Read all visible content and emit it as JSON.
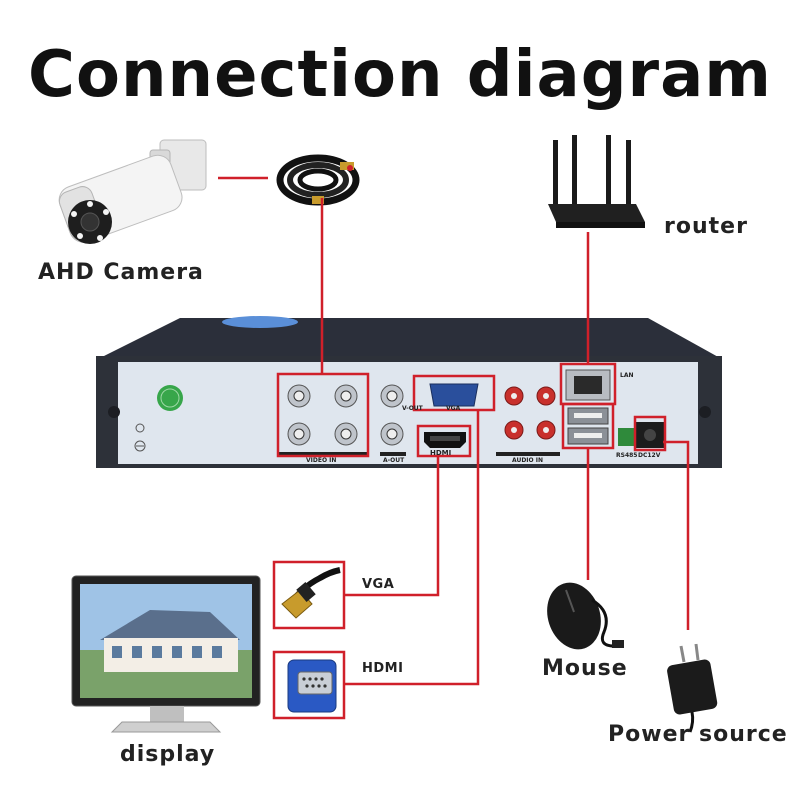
{
  "title": "Connection diagram",
  "labels": {
    "camera": "AHD Camera",
    "router": "router",
    "display": "display",
    "vga": "VGA",
    "hdmi": "HDMI",
    "mouse": "Mouse",
    "power": "Power source"
  },
  "panel": {
    "video_in": "VIDEO IN",
    "v_out": "V-OUT",
    "vga": "VGA",
    "a_out": "A-OUT",
    "hdmi": "HDMI",
    "audio_in": "AUDIO IN",
    "lan": "LAN",
    "rs485": "RS485",
    "dc12v": "DC12V"
  },
  "colors": {
    "connector": "#d0202a",
    "dvr_body": "#2b2f3a",
    "panel": "#dfe6ee"
  }
}
